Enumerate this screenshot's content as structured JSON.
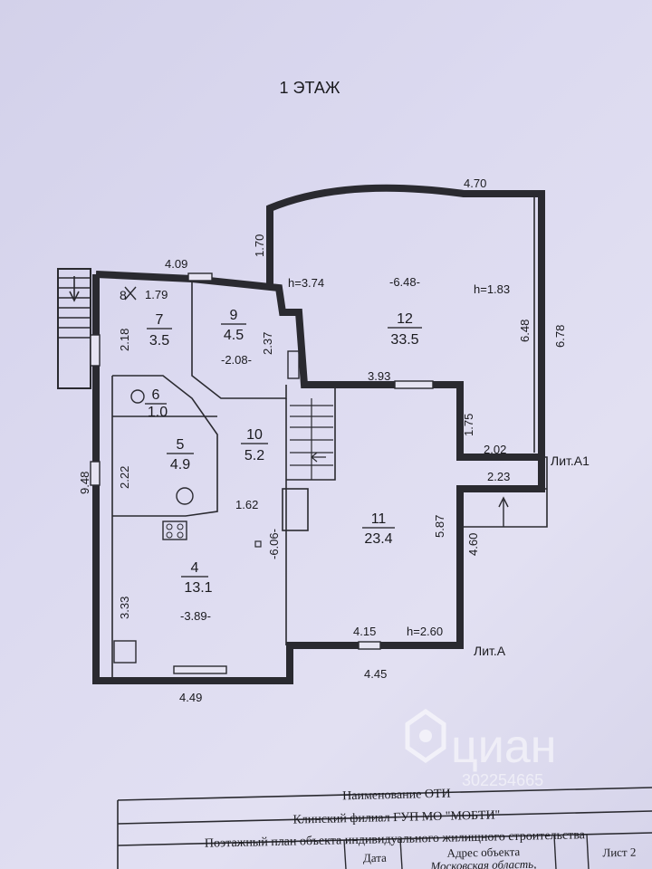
{
  "floor_title": "1 ЭТАЖ",
  "rooms": [
    {
      "num": "7",
      "area": "3.5"
    },
    {
      "num": "9",
      "area": "4.5"
    },
    {
      "num": "12",
      "area": "33.5"
    },
    {
      "num": "6",
      "area": "1.0"
    },
    {
      "num": "10",
      "area": "5.2"
    },
    {
      "num": "5",
      "area": "4.9"
    },
    {
      "num": "11",
      "area": "23.4"
    },
    {
      "num": "4",
      "area": "13.1"
    }
  ],
  "room8_num": "8",
  "dims": {
    "d_409": "4.09",
    "d_179": "1.79",
    "d_218": "2.18",
    "d_208": "-2.08-",
    "d_237": "2.37",
    "d_170": "1.70",
    "d_470": "4.70",
    "h_374": "h=3.74",
    "d_648top": "-6.48-",
    "h_183": "h=1.83",
    "d_648": "6.48",
    "d_678": "6.78",
    "d_393": "3.93",
    "d_175": "1.75",
    "d_202": "2.02",
    "d_223": "2.23",
    "d_460": "4.60",
    "d_948": "9.48",
    "d_222": "2.22",
    "d_162": "1.62",
    "d_606": "-6.06-",
    "d_587": "5.87",
    "d_333": "3.33",
    "d_389": "-3.89-",
    "d_415": "4.15",
    "h_260": "h=2.60",
    "d_445": "4.45",
    "d_449": "4.49"
  },
  "lit_a1": "Лит.А1",
  "lit_a": "Лит.А",
  "watermark": {
    "brand": "циан",
    "id": "302254665"
  },
  "title_block": {
    "row1": "Наименование ОТИ",
    "row2": "Клинский филиал ГУП МО \"МОБТИ\"",
    "row3": "Поэтажный план объекта индивидуального жилищного строительства",
    "col_date": "Дата",
    "col_address": "Адрес объекта",
    "address_value": "Московская область,",
    "sheet": "Лист 2"
  }
}
